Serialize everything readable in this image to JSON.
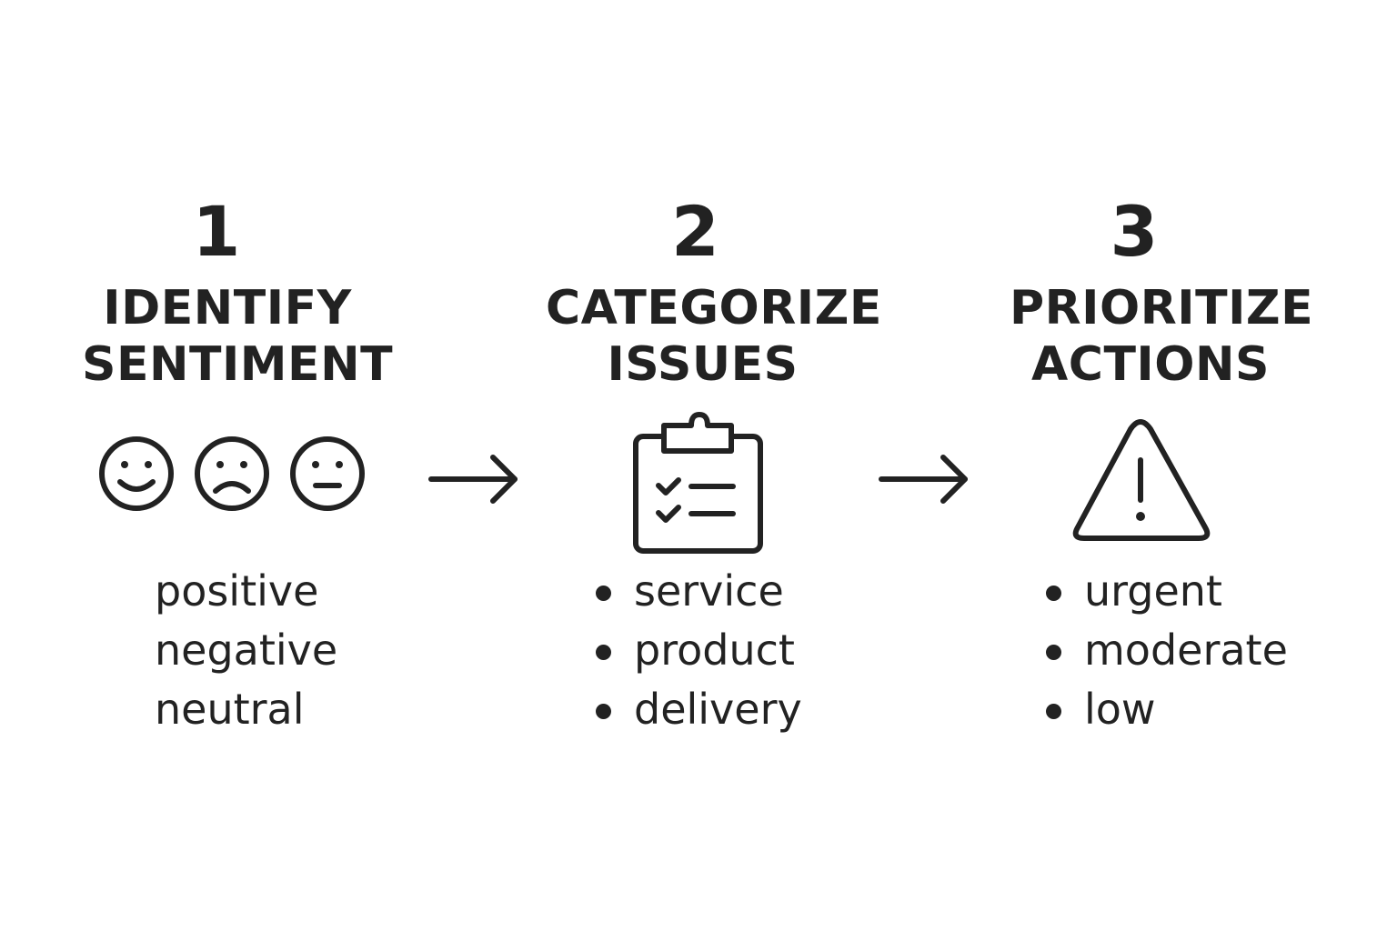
{
  "colors": {
    "ink": "#222222",
    "background": "#ffffff"
  },
  "steps": [
    {
      "number": "1",
      "title_lines": [
        "IDENTIFY",
        "SENTIMENT"
      ],
      "icons": [
        "smiling-face-icon",
        "frowning-face-icon",
        "neutral-face-icon"
      ],
      "items": [
        "positive",
        "negative",
        "neutral"
      ]
    },
    {
      "number": "2",
      "title_lines": [
        "CATEGORIZE",
        "ISSUES"
      ],
      "icons": [
        "clipboard-checklist-icon"
      ],
      "items": [
        "service",
        "product",
        "delivery"
      ]
    },
    {
      "number": "3",
      "title_lines": [
        "PRIORITIZE",
        "ACTIONS"
      ],
      "icons": [
        "warning-triangle-icon"
      ],
      "items": [
        "urgent",
        "moderate",
        "low"
      ]
    }
  ],
  "connectors": [
    "right-arrow-icon",
    "right-arrow-icon"
  ]
}
